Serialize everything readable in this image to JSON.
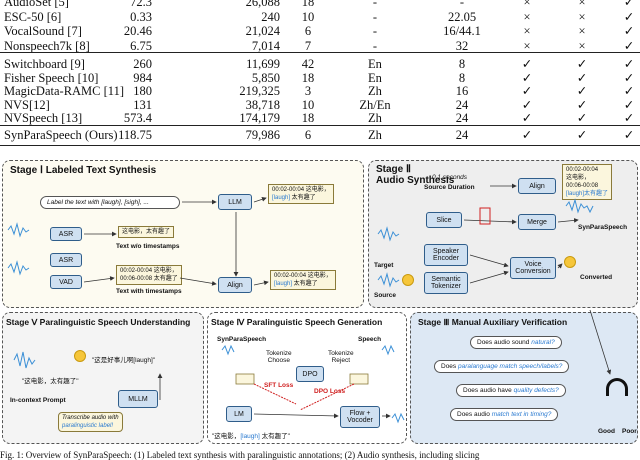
{
  "table": {
    "rows_a": [
      [
        "AudioSet [5]",
        "72.3",
        "26,088",
        "18",
        "-",
        "-",
        "×",
        "×",
        "✓"
      ],
      [
        "ESC-50 [6]",
        "0.33",
        "240",
        "10",
        "-",
        "22.05",
        "×",
        "×",
        "✓"
      ],
      [
        "VocalSound [7]",
        "20.46",
        "21,024",
        "6",
        "-",
        "16/44.1",
        "×",
        "×",
        "✓"
      ],
      [
        "Nonspeech7k [8]",
        "6.75",
        "7,014",
        "7",
        "-",
        "32",
        "×",
        "×",
        "✓"
      ]
    ],
    "rows_b": [
      [
        "Switchboard [9]",
        "260",
        "11,699",
        "42",
        "En",
        "8",
        "✓",
        "✓",
        "✓"
      ],
      [
        "Fisher Speech [10]",
        "984",
        "5,850",
        "18",
        "En",
        "8",
        "✓",
        "✓",
        "✓"
      ],
      [
        "MagicData-RAMC [11]",
        "180",
        "219,325",
        "3",
        "Zh",
        "16",
        "✓",
        "✓",
        "✓"
      ],
      [
        "NVS[12]",
        "131",
        "38,718",
        "10",
        "Zh/En",
        "24",
        "✓",
        "✓",
        "✓"
      ],
      [
        "NVSpeech [13]",
        "573.4",
        "174,179",
        "18",
        "Zh",
        "24",
        "✓",
        "✓",
        "✓"
      ]
    ],
    "ours": [
      "SynParaSpeech (Ours)",
      "118.75",
      "79,986",
      "6",
      "Zh",
      "24",
      "✓",
      "✓",
      "✓"
    ]
  },
  "fig": {
    "s1": {
      "title": "Stage Ⅰ Labeled Text Synthesis",
      "prompt": "Label the text with [laugh], [sigh], ...",
      "asr": "ASR",
      "asr2": "ASR",
      "vad": "VAD",
      "llm": "LLM",
      "align": "Align",
      "t1": "这电影，太有趣了",
      "t1_label": "Text w/o timestamps",
      "t2a": "00:02-00:04 这电影，",
      "t2b": "00:06-00:08 太有趣了",
      "t2_label": "Text with timestamps",
      "o1a": "00:02-00:04 这电影，",
      "o1b": "00:06-00:08 [laugh]太有趣了",
      "o2a": "00:02-00:04 这电影，",
      "o2b": "00:06-00:08 [laugh] 太有趣了"
    },
    "s2": {
      "title": "Stage Ⅱ",
      "title2": "Audio Synthesis",
      "dur": "0.1 seconds",
      "dur2": "Source Duration",
      "align": "Align",
      "slice": "Slice",
      "merge": "Merge",
      "spk": "Speaker",
      "spk2": "Encoder",
      "sem": "Semantic",
      "sem2": "Tokenizer",
      "vc": "Voice",
      "vc2": "Conversion",
      "target": "Target",
      "source": "Source",
      "converted": "Converted",
      "o1a": "00:02-00:04",
      "o1b": "这电影，",
      "o1c": "00:06-00:08",
      "o1d": "[laugh]太有趣了",
      "out_label": "SynParaSpeech"
    },
    "s5": {
      "title": "Stage Ⅴ Paralinguistic Speech Understanding",
      "q": "\"这是好事儿啊[laugh]\"",
      "t": "\"这电影，太有趣了\"",
      "mllm": "MLLM",
      "icp": "In-context Prompt",
      "prompt1": "Transcribe audio with",
      "prompt2": "paralinguistic label!"
    },
    "s4": {
      "title": "Stage Ⅳ Paralinguistic Speech Generation",
      "syn": "SynParaSpeech",
      "speech": "Speech",
      "tok1": "Tokenize",
      "choose": "Choose",
      "tok2": "Tokenize",
      "reject": "Reject",
      "dpo": "DPO",
      "sft": "SFT Loss",
      "dpol": "DPO Loss",
      "lm": "LM",
      "flow1": "Flow +",
      "flow2": "Vocoder",
      "txt": "\"这电影，[laugh] 太有趣了\""
    },
    "s3": {
      "title": "Stage Ⅲ Manual Auxiliary Verification",
      "q1a": "Does audio sound ",
      "q1b": "natural?",
      "q2a": "Does ",
      "q2b": "paralanguage match speech/labels?",
      "q3a": "Does audio have ",
      "q3b": "quality defects?",
      "q4a": "Does audio ",
      "q4b": "match text in timing?",
      "good": "Good",
      "poor": "Poor"
    }
  },
  "caption": "Fig. 1: Overview of SynParaSpeech: (1) Labeled text synthesis with paralinguistic annotations; (2) Audio synthesis, including slicing"
}
